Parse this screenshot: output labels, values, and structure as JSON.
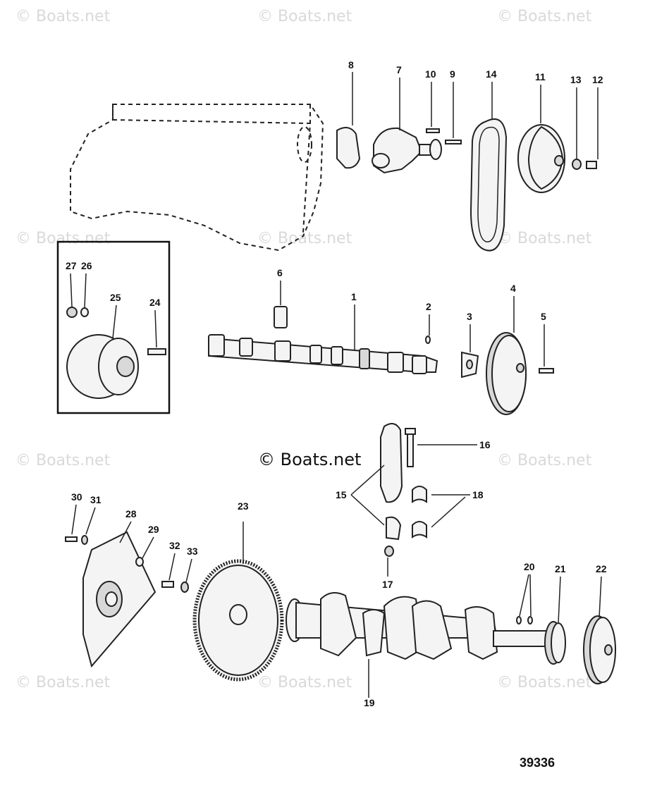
{
  "watermark": {
    "text": "© Boats.net",
    "center_text": "© Boats.net"
  },
  "document_number": "39336",
  "callouts": {
    "c1": "1",
    "c2": "2",
    "c3": "3",
    "c4": "4",
    "c5": "5",
    "c6": "6",
    "c7": "7",
    "c8": "8",
    "c9": "9",
    "c10": "10",
    "c11": "11",
    "c12": "12",
    "c13": "13",
    "c14": "14",
    "c15": "15",
    "c16": "16",
    "c17": "17",
    "c18": "18",
    "c19": "19",
    "c20": "20",
    "c21": "21",
    "c22": "22",
    "c23": "23",
    "c24": "24",
    "c25": "25",
    "c26": "26",
    "c27": "27",
    "c28": "28",
    "c29": "29",
    "c30": "30",
    "c31": "31",
    "c32": "32",
    "c33": "33"
  }
}
